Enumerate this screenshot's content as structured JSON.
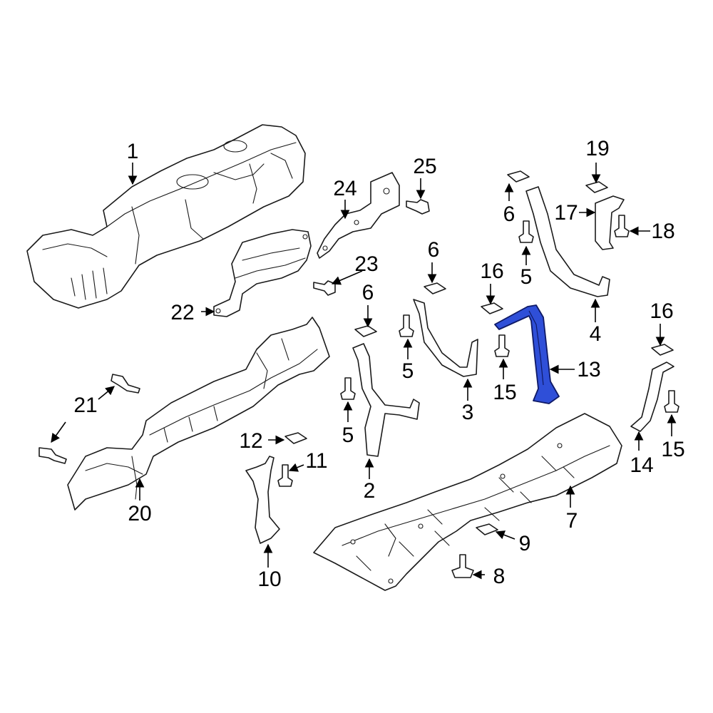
{
  "colors": {
    "highlight": "#2f4fd8",
    "line": "#1a1a1a",
    "background": "#ffffff"
  },
  "callouts": {
    "c1": "1",
    "c2": "2",
    "c3": "3",
    "c4": "4",
    "c5a": "5",
    "c5b": "5",
    "c5c": "5",
    "c6a": "6",
    "c6b": "6",
    "c6c": "6",
    "c7": "7",
    "c8": "8",
    "c9": "9",
    "c10": "10",
    "c11": "11",
    "c12": "12",
    "c13": "13",
    "c14": "14",
    "c15a": "15",
    "c15b": "15",
    "c16a": "16",
    "c16b": "16",
    "c17": "17",
    "c18": "18",
    "c19": "19",
    "c20": "20",
    "c21": "21",
    "c22": "22",
    "c23": "23",
    "c24": "24",
    "c25": "25"
  },
  "highlighted_part": "13"
}
